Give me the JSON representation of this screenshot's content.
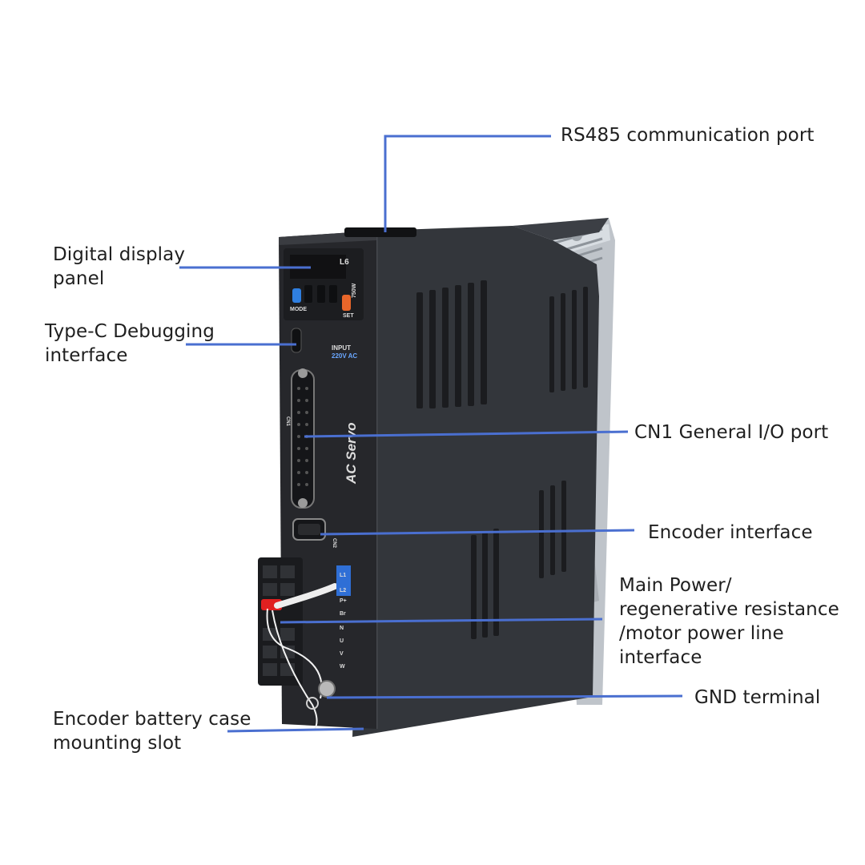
{
  "callouts": {
    "rs485": "RS485 communication port",
    "display": "Digital display\npanel",
    "typec": "Type-C Debugging\ninterface",
    "cn1": "CN1 General I/O port",
    "encoder": "Encoder interface",
    "main_power": "Main Power/\nregenerative resistance\n/motor power line\ninterface",
    "gnd": "GND terminal",
    "battery": "Encoder battery case\nmounting slot"
  },
  "device": {
    "model": "L6",
    "power": "750W",
    "brand_vertical": "AC Servo",
    "input_label": "INPUT",
    "input_voltage": "220V AC",
    "keys": {
      "mode": "MODE",
      "set": "SET"
    },
    "port_cn1": "CN1",
    "port_cn2": "CN2",
    "terminal_labels": [
      "L1",
      "L2",
      "P+",
      "Br",
      "N",
      "U",
      "V",
      "W"
    ]
  },
  "colors": {
    "callout_line": "#4a6fd0",
    "device_body": "#2b2d31",
    "device_face": "#222327",
    "heatsink": "#b9bec4",
    "mode_key": "#2f7fe0",
    "set_key": "#e8662a",
    "terminal_highlight": "#2f6fd6",
    "connector_red": "#e02020"
  }
}
